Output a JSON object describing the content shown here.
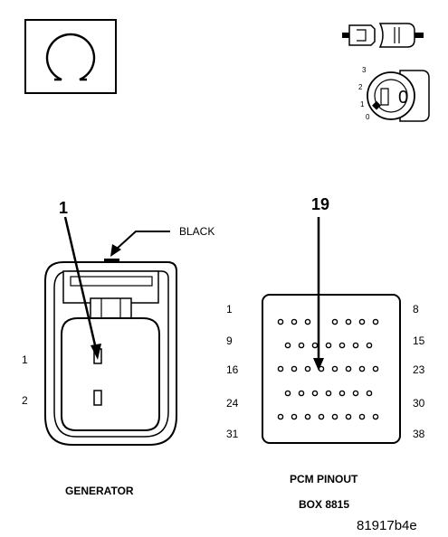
{
  "generator": {
    "title": "GENERATOR",
    "wire_color": "BLACK",
    "callout": "1",
    "pins": [
      "1",
      "2"
    ]
  },
  "pcm": {
    "title": "PCM PINOUT",
    "subtitle": "BOX 8815",
    "callout": "19",
    "row_labels_left": [
      "1",
      "9",
      "16",
      "24",
      "31"
    ],
    "row_labels_right": [
      "8",
      "15",
      "23",
      "30",
      "38"
    ]
  },
  "key_icon": {
    "label": "0",
    "positions": [
      "3",
      "2",
      "1",
      "0"
    ]
  },
  "figure_id": "81917b4e"
}
